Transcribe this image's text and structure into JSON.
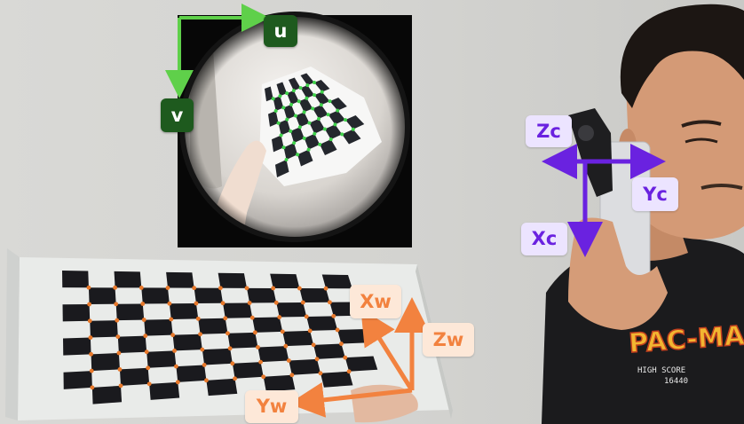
{
  "labels": {
    "image_axis_u": "u",
    "image_axis_v": "v",
    "camera_axis_z": "Zc",
    "camera_axis_y": "Yc",
    "camera_axis_x": "Xc",
    "world_axis_x": "Xw",
    "world_axis_z": "Zw",
    "world_axis_y": "Yw"
  },
  "shirt_text": {
    "logo": "PAC-MAN",
    "score_label": "HIGH SCORE",
    "score_value": "16440"
  },
  "colors": {
    "image_axes": "#5fd04a",
    "image_label_bg": "#1e5a1e",
    "camera_axes": "#6a22e0",
    "camera_label_bg": "#ece4ff",
    "camera_label_text": "#6a22e0",
    "world_axes": "#f2823f",
    "world_label_bg": "#fde8d8",
    "world_label_text": "#f2823f",
    "board_corners_photo": "#e8782a",
    "board_corners_fisheye": "#3fd14a"
  }
}
